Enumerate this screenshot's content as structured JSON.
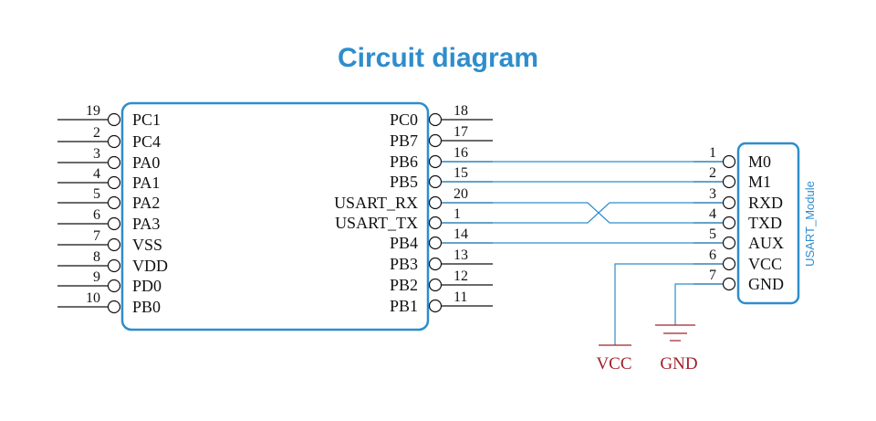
{
  "title": "Circuit diagram",
  "colors": {
    "title": "#2e8dcc",
    "box": "#2e8dcc",
    "wire": "#2e8dcc",
    "pin": "#111111",
    "power": "#a0202a"
  },
  "mcu": {
    "left_pins": [
      {
        "num": "19",
        "name": "PC1"
      },
      {
        "num": "2",
        "name": "PC4"
      },
      {
        "num": "3",
        "name": "PA0"
      },
      {
        "num": "4",
        "name": "PA1"
      },
      {
        "num": "5",
        "name": "PA2"
      },
      {
        "num": "6",
        "name": "PA3"
      },
      {
        "num": "7",
        "name": "VSS"
      },
      {
        "num": "8",
        "name": "VDD"
      },
      {
        "num": "9",
        "name": "PD0"
      },
      {
        "num": "10",
        "name": "PB0"
      }
    ],
    "right_pins": [
      {
        "num": "18",
        "name": "PC0"
      },
      {
        "num": "17",
        "name": "PB7"
      },
      {
        "num": "16",
        "name": "PB6"
      },
      {
        "num": "15",
        "name": "PB5"
      },
      {
        "num": "20",
        "name": "USART_RX"
      },
      {
        "num": "1",
        "name": "USART_TX"
      },
      {
        "num": "14",
        "name": "PB4"
      },
      {
        "num": "13",
        "name": "PB3"
      },
      {
        "num": "12",
        "name": "PB2"
      },
      {
        "num": "11",
        "name": "PB1"
      }
    ]
  },
  "module": {
    "name": "USART_Module",
    "pins": [
      {
        "num": "1",
        "name": "M0"
      },
      {
        "num": "2",
        "name": "M1"
      },
      {
        "num": "3",
        "name": "RXD"
      },
      {
        "num": "4",
        "name": "TXD"
      },
      {
        "num": "5",
        "name": "AUX"
      },
      {
        "num": "6",
        "name": "VCC"
      },
      {
        "num": "7",
        "name": "GND"
      }
    ]
  },
  "power": {
    "vcc_label": "VCC",
    "gnd_label": "GND"
  }
}
